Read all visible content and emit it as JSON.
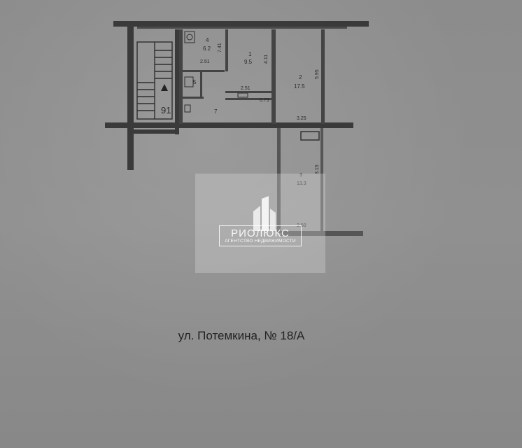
{
  "plan": {
    "rooms": [
      {
        "number": "4",
        "area": "6.2"
      },
      {
        "number": "1",
        "area": "9.5"
      },
      {
        "number": "2",
        "area": "17.5"
      },
      {
        "number": "5",
        "area": ""
      },
      {
        "number": "7",
        "area": ""
      },
      {
        "number": "3",
        "area": "13.3"
      }
    ],
    "dimensions": [
      "2.51",
      "2.51",
      "4.11",
      "5.95",
      "3.25",
      "3.15",
      "2.50",
      "7.41",
      "0.79"
    ],
    "stair_label": "91"
  },
  "watermark": {
    "brand": "РИОЛЮКС",
    "subtitle": "АГЕНТСТВО НЕДВИЖИМОСТИ"
  },
  "address": "ул. Потемкина, № 18/А",
  "colors": {
    "paper": "#8e8e8e",
    "ink": "#2a2a2a",
    "watermark": "#ffffff"
  }
}
